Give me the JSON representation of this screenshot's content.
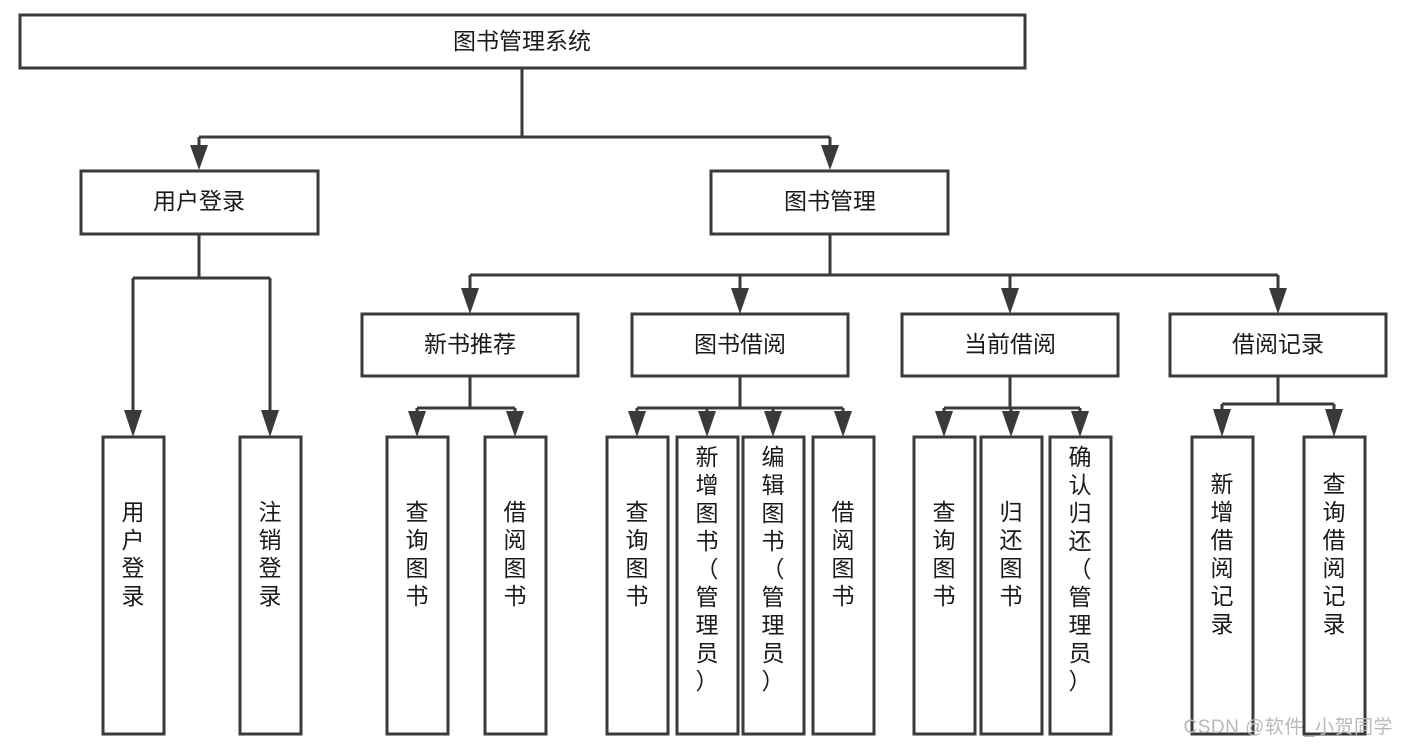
{
  "diagram": {
    "type": "tree",
    "title": "图书管理系统",
    "background_color": "#ffffff",
    "line_color": "#3a3a3a",
    "text_color": "#1a1a1a",
    "watermark": "CSDN @软件_小贺同学",
    "levels": {
      "level1": [
        "图书管理系统"
      ],
      "level2": [
        "用户登录",
        "图书管理"
      ],
      "level3": [
        "新书推荐",
        "图书借阅",
        "当前借阅",
        "借阅记录"
      ],
      "level4": [
        "用户登录",
        "注销登录",
        "查询图书",
        "借阅图书",
        "查询图书",
        "新增图书（管理员）",
        "编辑图书（管理员）",
        "借阅图书",
        "查询图书",
        "归还图书",
        "确认归还（管理员）",
        "新增借阅记录",
        "查询借阅记录"
      ]
    },
    "nodes": {
      "root": {
        "label": "图书管理系统"
      },
      "user_login": {
        "label": "用户登录"
      },
      "book_manage": {
        "label": "图书管理"
      },
      "new_book_rec": {
        "label": "新书推荐"
      },
      "book_borrow": {
        "label": "图书借阅"
      },
      "current_borrow": {
        "label": "当前借阅"
      },
      "borrow_record": {
        "label": "借阅记录"
      }
    },
    "leaves": {
      "user_login_1": {
        "label": "用户登录",
        "chars": [
          "用",
          "户",
          "登",
          "录"
        ]
      },
      "user_login_2": {
        "label": "注销登录",
        "chars": [
          "注",
          "销",
          "登",
          "录"
        ]
      },
      "new_book_1": {
        "label": "查询图书",
        "chars": [
          "查",
          "询",
          "图",
          "书"
        ]
      },
      "new_book_2": {
        "label": "借阅图书",
        "chars": [
          "借",
          "阅",
          "图",
          "书"
        ]
      },
      "borrow_1": {
        "label": "查询图书",
        "chars": [
          "查",
          "询",
          "图",
          "书"
        ]
      },
      "borrow_2": {
        "label": "新增图书（管理员）",
        "chars": [
          "新",
          "增",
          "图",
          "书",
          "（",
          "管",
          "理",
          "员",
          "）"
        ]
      },
      "borrow_3": {
        "label": "编辑图书（管理员）",
        "chars": [
          "编",
          "辑",
          "图",
          "书",
          "（",
          "管",
          "理",
          "员",
          "）"
        ]
      },
      "borrow_4": {
        "label": "借阅图书",
        "chars": [
          "借",
          "阅",
          "图",
          "书"
        ]
      },
      "current_1": {
        "label": "查询图书",
        "chars": [
          "查",
          "询",
          "图",
          "书"
        ]
      },
      "current_2": {
        "label": "归还图书",
        "chars": [
          "归",
          "还",
          "图",
          "书"
        ]
      },
      "current_3": {
        "label": "确认归还（管理员）",
        "chars": [
          "确",
          "认",
          "归",
          "还",
          "（",
          "管",
          "理",
          "员",
          "）"
        ]
      },
      "record_1": {
        "label": "新增借阅记录",
        "chars": [
          "新",
          "增",
          "借",
          "阅",
          "记",
          "录"
        ]
      },
      "record_2": {
        "label": "查询借阅记录",
        "chars": [
          "查",
          "询",
          "借",
          "阅",
          "记",
          "录"
        ]
      }
    },
    "edges": [
      {
        "from": "图书管理系统",
        "to": "用户登录"
      },
      {
        "from": "图书管理系统",
        "to": "图书管理"
      },
      {
        "from": "用户登录",
        "to": "用户登录"
      },
      {
        "from": "用户登录",
        "to": "注销登录"
      },
      {
        "from": "图书管理",
        "to": "新书推荐"
      },
      {
        "from": "图书管理",
        "to": "图书借阅"
      },
      {
        "from": "图书管理",
        "to": "当前借阅"
      },
      {
        "from": "图书管理",
        "to": "借阅记录"
      },
      {
        "from": "新书推荐",
        "to": "查询图书"
      },
      {
        "from": "新书推荐",
        "to": "借阅图书"
      },
      {
        "from": "图书借阅",
        "to": "查询图书"
      },
      {
        "from": "图书借阅",
        "to": "新增图书（管理员）"
      },
      {
        "from": "图书借阅",
        "to": "编辑图书（管理员）"
      },
      {
        "from": "图书借阅",
        "to": "借阅图书"
      },
      {
        "from": "当前借阅",
        "to": "查询图书"
      },
      {
        "from": "当前借阅",
        "to": "归还图书"
      },
      {
        "from": "当前借阅",
        "to": "确认归还（管理员）"
      },
      {
        "from": "借阅记录",
        "to": "新增借阅记录"
      },
      {
        "from": "借阅记录",
        "to": "查询借阅记录"
      }
    ]
  }
}
